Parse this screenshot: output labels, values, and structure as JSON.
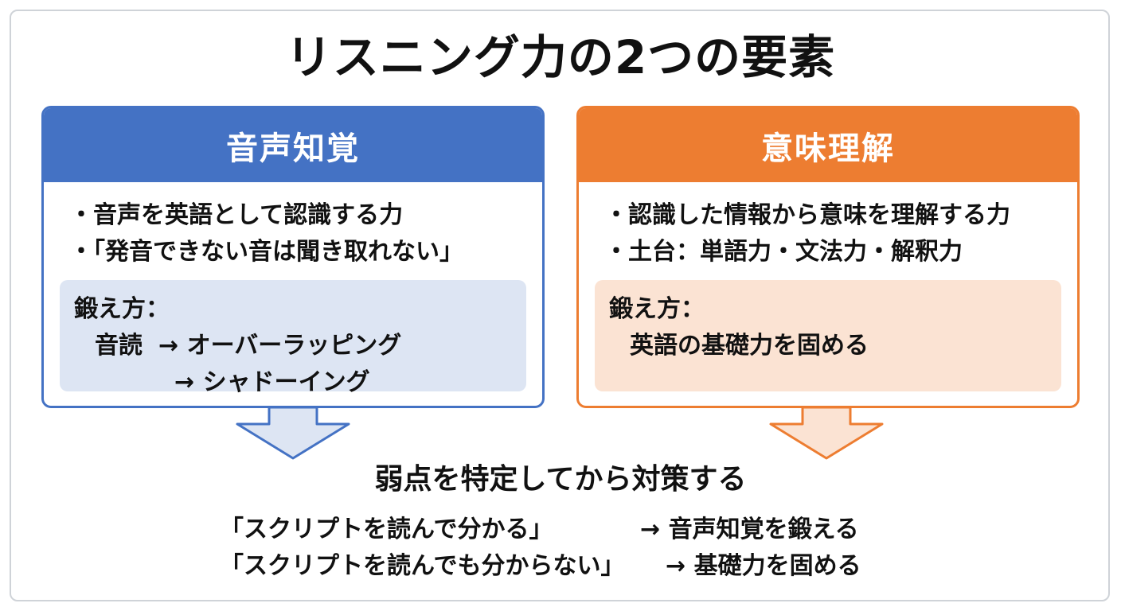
{
  "title": "リスニング力の2つの要素",
  "left_panel": {
    "header": "音声知覚",
    "bullets": [
      "音声を英語として認識する力",
      "「発音できない音は聞き取れない」"
    ],
    "training_label": "鍛え方：",
    "training_method": "音読",
    "training_steps": [
      "→ オーバーラッピング",
      "→ シャドーイング"
    ],
    "color": "#4472c4",
    "box_color": "#dde5f3"
  },
  "right_panel": {
    "header": "意味理解",
    "bullets": [
      "認識した情報から意味を理解する力",
      "土台：単語力・文法力・解釈力"
    ],
    "training_label": "鍛え方：",
    "training_detail": "英語の基礎力を固める",
    "color": "#ed7d31",
    "box_color": "#fbe3d3"
  },
  "conclusion": "弱点を特定してから対策する",
  "results": [
    {
      "condition": "「スクリプトを読んで分かる」",
      "action": "→ 音声知覚を鍛える"
    },
    {
      "condition": "「スクリプトを読んでも分からない」",
      "action": "→ 基礎力を固める"
    }
  ]
}
